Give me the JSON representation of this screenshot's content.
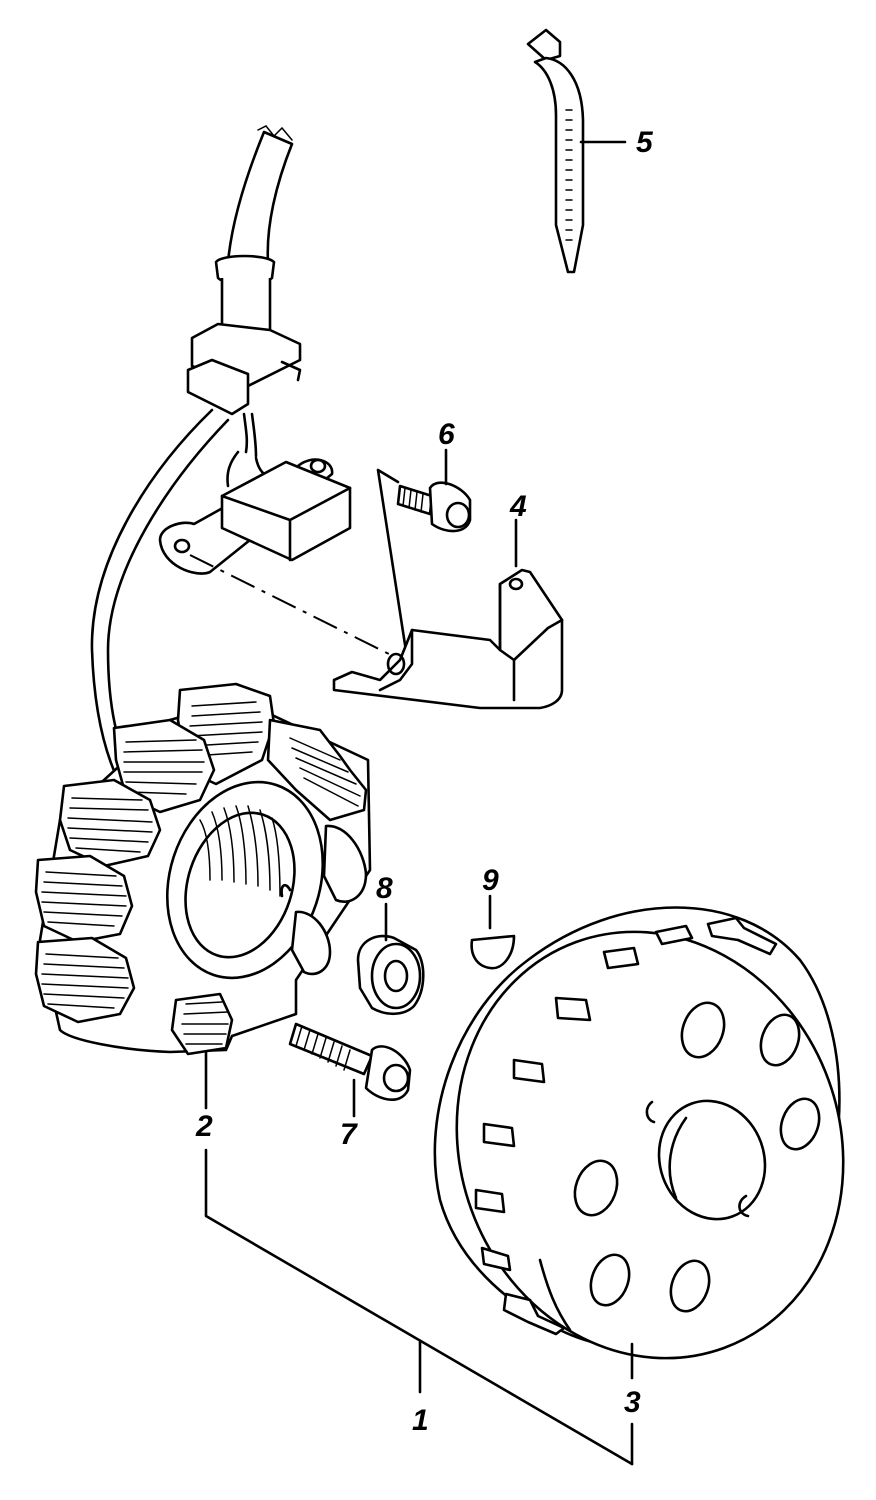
{
  "colors": {
    "line": "#000000",
    "background": "#ffffff"
  },
  "callouts": [
    {
      "label": "1",
      "part": "flywheel-magneto-assembly"
    },
    {
      "label": "2",
      "part": "stator"
    },
    {
      "label": "3",
      "part": "rotor"
    },
    {
      "label": "4",
      "part": "bracket"
    },
    {
      "label": "5",
      "part": "cable-tie"
    },
    {
      "label": "6",
      "part": "bolt"
    },
    {
      "label": "7",
      "part": "bolt"
    },
    {
      "label": "8",
      "part": "nut"
    },
    {
      "label": "9",
      "part": "woodruff-key"
    }
  ]
}
